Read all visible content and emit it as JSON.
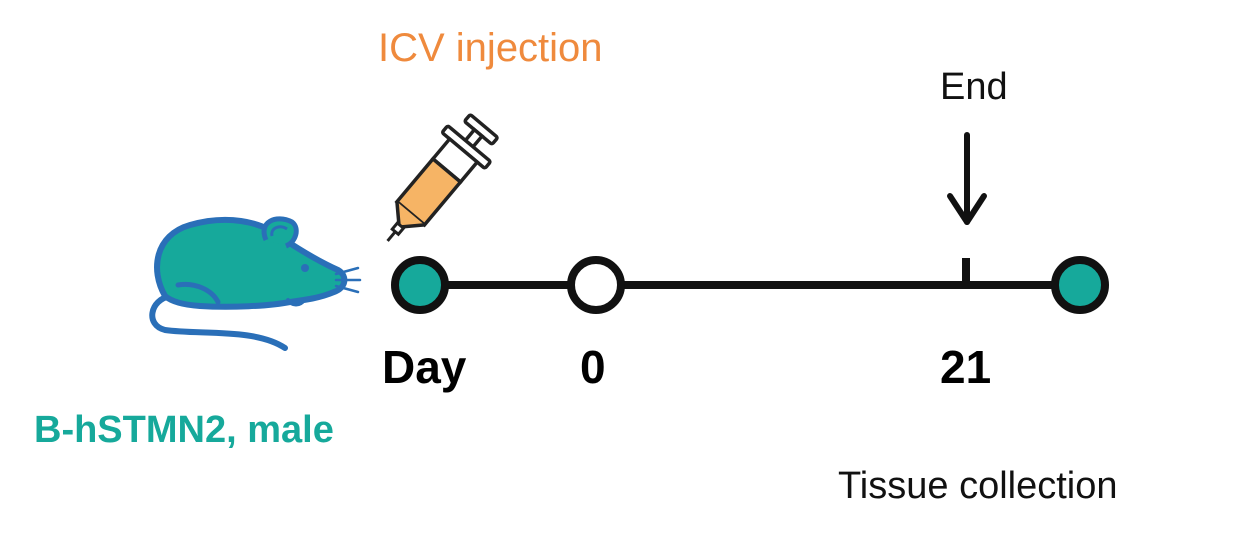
{
  "labels": {
    "injection": "ICV injection",
    "end": "End",
    "day": "Day",
    "day_start": "0",
    "day_end": "21",
    "mouse_model": "B-hSTMN2, male",
    "tissue": "Tissue collection"
  },
  "icons": {
    "mouse": "mouse-icon",
    "syringe": "syringe-icon",
    "arrow": "arrow-down-icon"
  },
  "colors": {
    "teal": "#16a99b",
    "mouse_outline": "#2a6fb8",
    "orange": "#ef8a3d",
    "syringe_fill": "#f6b465",
    "line": "#111111"
  }
}
